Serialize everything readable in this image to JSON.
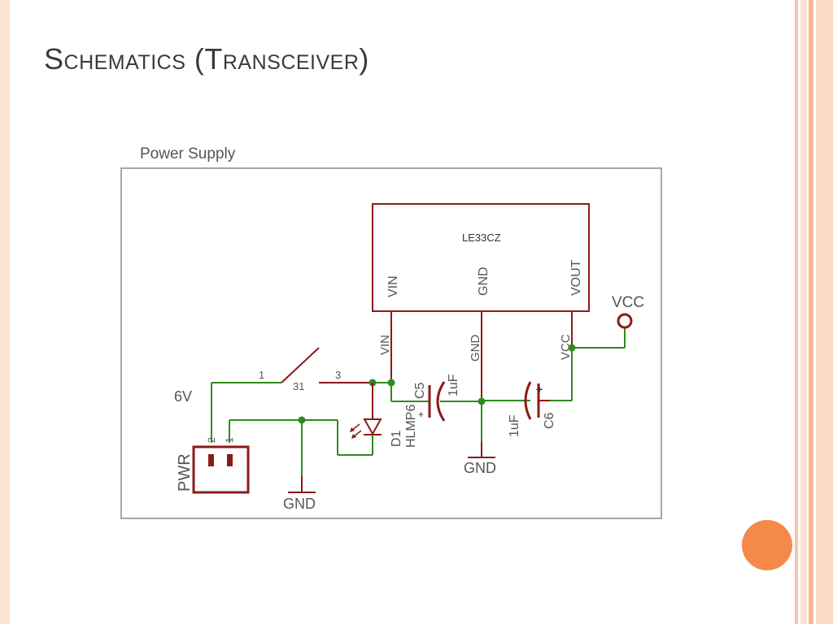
{
  "slide": {
    "title": "Schematics (Transceiver)"
  },
  "colors": {
    "wire": "#2e8b1e",
    "component": "#8b1a1a",
    "frame": "#8a8a8a",
    "accent": "#f5894a",
    "border_peach": "#f8c5a8"
  },
  "schematic": {
    "frame_label": "Power Supply",
    "regulator": {
      "name": "LE33CZ",
      "pins": [
        "VIN",
        "GND",
        "VOUT"
      ]
    },
    "net_labels": {
      "vin": "VIN",
      "gnd": "GND",
      "vcc": "VCC"
    },
    "vcc_port": "VCC",
    "switch": {
      "pin1": "1",
      "pin31": "31",
      "pin3": "3"
    },
    "supply_voltage": "6V",
    "connector": {
      "name": "PWR",
      "pin2": "2",
      "pin1": "1"
    },
    "led": {
      "ref": "D1",
      "value": "HLMP6"
    },
    "capacitors": [
      {
        "ref": "C5",
        "value": "1uF"
      },
      {
        "ref": "C6",
        "value": "1uF"
      }
    ],
    "polarity_plus": "+",
    "ground_labels": [
      "GND",
      "GND"
    ]
  }
}
